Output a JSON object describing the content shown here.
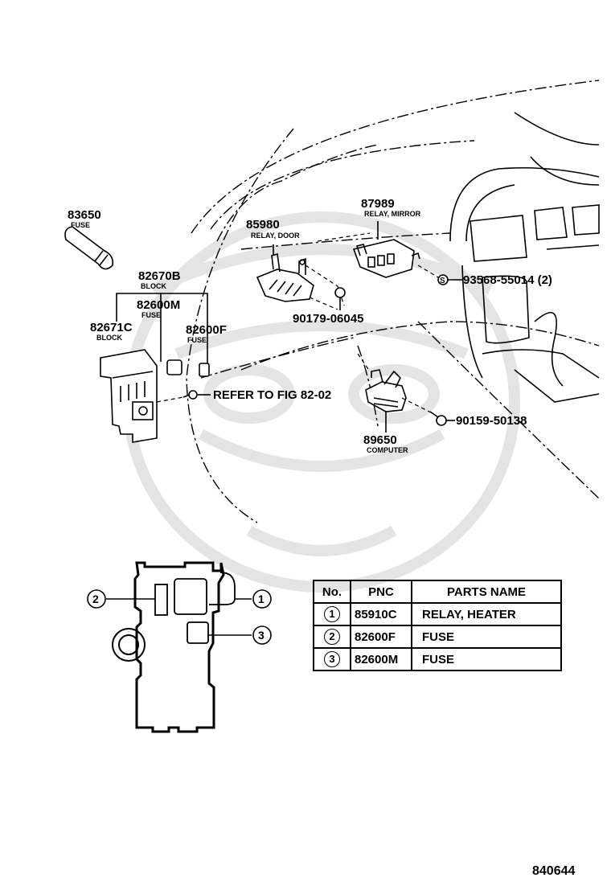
{
  "parts": {
    "p83650": {
      "number": "83650",
      "name": "FUSE"
    },
    "p82670b": {
      "number": "82670B",
      "name": "BLOCK"
    },
    "p82600m": {
      "number": "82600M",
      "name": "FUSE"
    },
    "p82671c": {
      "number": "82671C",
      "name": "BLOCK"
    },
    "p82600f": {
      "number": "82600F",
      "name": "FUSE"
    },
    "p85980": {
      "number": "85980",
      "name": "RELAY, DOOR"
    },
    "p87989": {
      "number": "87989",
      "name": "RELAY, MIRROR"
    },
    "p93568": {
      "number": "93568-55014 (2)",
      "marker": "S"
    },
    "p90179": {
      "number": "90179-06045"
    },
    "p89650": {
      "number": "89650",
      "name": "COMPUTER"
    },
    "p90159": {
      "number": "90159-50138"
    }
  },
  "refer_note": "REFER TO FIG 82-02",
  "callouts": [
    "1",
    "2",
    "3"
  ],
  "table": {
    "headers": {
      "no": "No.",
      "pnc": "PNC",
      "name": "PARTS NAME"
    },
    "rows": [
      {
        "no": "1",
        "pnc": "85910C",
        "name": "RELAY, HEATER"
      },
      {
        "no": "2",
        "pnc": "82600F",
        "name": "FUSE"
      },
      {
        "no": "3",
        "pnc": "82600M",
        "name": "FUSE"
      }
    ]
  },
  "figure_number": "840644"
}
